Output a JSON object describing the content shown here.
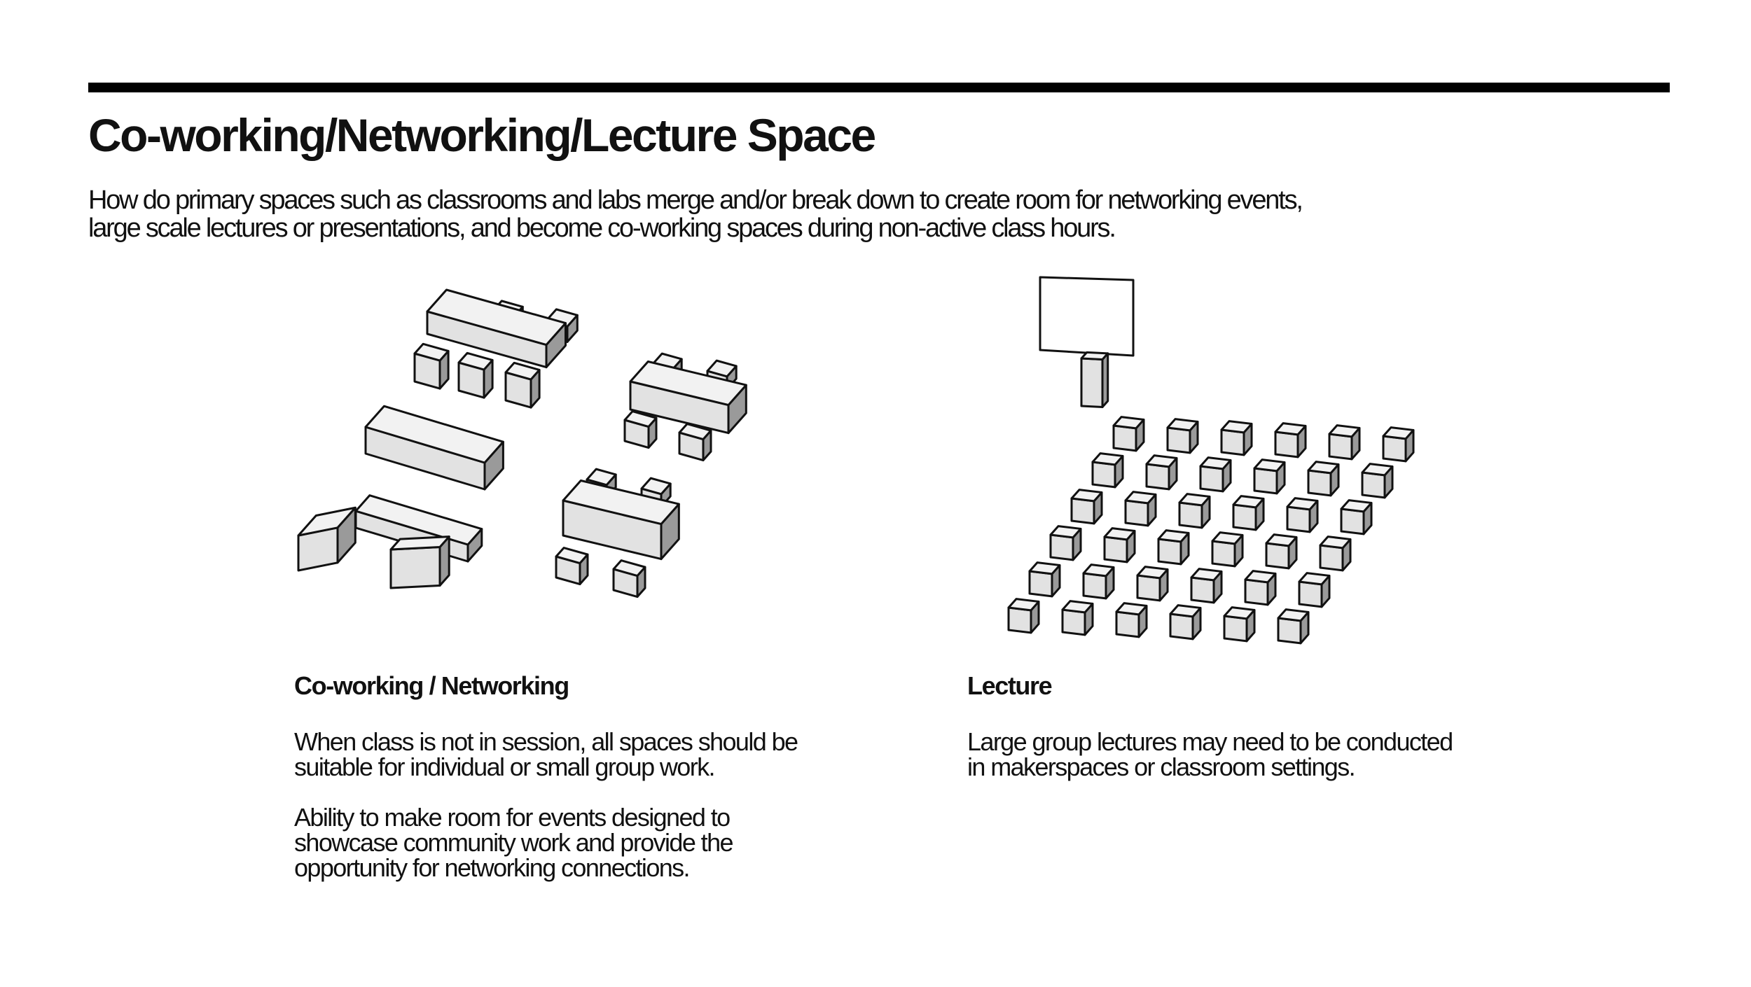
{
  "page": {
    "title": "Co-working/Networking/Lecture Space",
    "intro_line1": "How do primary spaces such as classrooms and labs merge and/or break down to create room for networking events,",
    "intro_line2": "large scale lectures or presentations, and become co-working spaces during non-active class hours."
  },
  "coworking": {
    "heading": "Co-working / Networking",
    "para1": "When class is not in session, all spaces should be suitable for individual or small group work.",
    "para2": "Ability to make room for events designed to showcase community work and provide the opportunity for networking connections."
  },
  "lecture": {
    "heading": "Lecture",
    "para1": "Large group lectures may need to be conducted in makerspaces or classroom settings."
  },
  "colors": {
    "ink": "#111111",
    "rule": "#000000",
    "box_top": "#f2f2f2",
    "box_front": "#e2e2e2",
    "box_side": "#9a9a9a"
  }
}
